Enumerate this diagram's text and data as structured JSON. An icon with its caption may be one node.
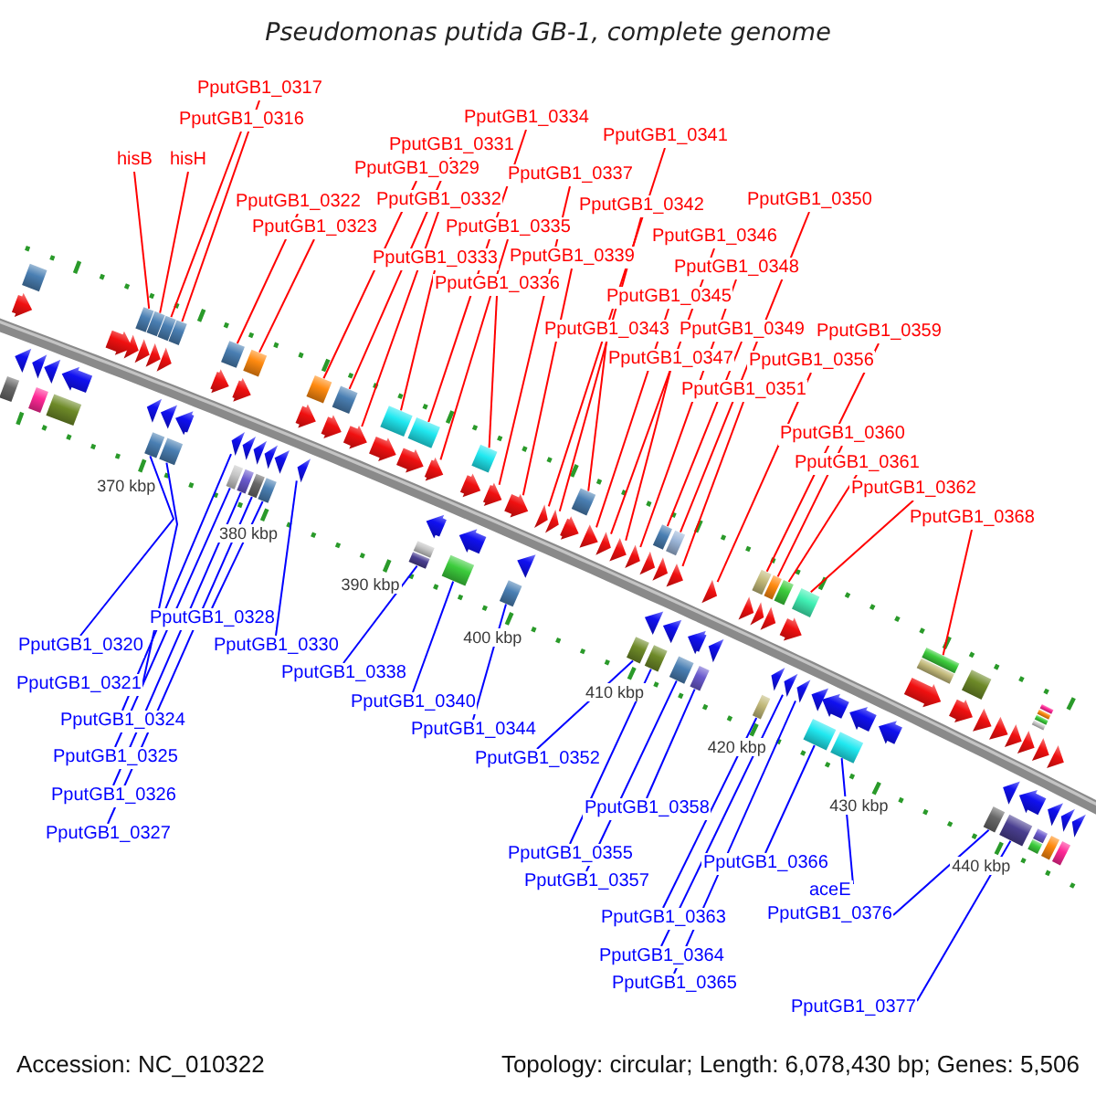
{
  "diagram": {
    "title": "Pseudomonas putida GB-1, complete genome",
    "nodes": [
      {
        "text": [
          "PputGB1_0317"
        ]
      },
      {
        "text": [
          "PputGB1_0316"
        ]
      },
      {
        "text": [
          "PputGB1_0334"
        ]
      },
      {
        "text": [
          "PputGB1_0341"
        ]
      },
      {
        "text": [
          "PputGB1_0331"
        ]
      },
      {
        "text": [
          "hisB"
        ]
      },
      {
        "text": [
          "hisH"
        ]
      },
      {
        "text": [
          "PputGB1_0329"
        ]
      },
      {
        "text": [
          "PputGB1_0337"
        ]
      },
      {
        "text": [
          "PputGB1_0322"
        ]
      },
      {
        "text": [
          "PputGB1_0332"
        ]
      },
      {
        "text": [
          "PputGB1_0342"
        ]
      },
      {
        "text": [
          "PputGB1_0350"
        ]
      },
      {
        "text": [
          "PputGB1_0323"
        ]
      },
      {
        "text": [
          "PputGB1_0335"
        ]
      },
      {
        "text": [
          "PputGB1_0346"
        ]
      },
      {
        "text": [
          "PputGB1_0333"
        ]
      },
      {
        "text": [
          "PputGB1_0339"
        ]
      },
      {
        "text": [
          "PputGB1_0348"
        ]
      },
      {
        "text": [
          "PputGB1_0336"
        ]
      },
      {
        "text": [
          "PputGB1_0345"
        ]
      },
      {
        "text": [
          "PputGB1_0343"
        ]
      },
      {
        "text": [
          "PputGB1_0349"
        ]
      },
      {
        "text": [
          "PputGB1_0359"
        ]
      },
      {
        "text": [
          "PputGB1_0347"
        ]
      },
      {
        "text": [
          "PputGB1_0356"
        ]
      },
      {
        "text": [
          "PputGB1_0351"
        ]
      },
      {
        "text": [
          "PputGB1_0360"
        ]
      },
      {
        "text": [
          "PputGB1_0361"
        ]
      },
      {
        "text": [
          "PputGB1_0362"
        ]
      },
      {
        "text": [
          "PputGB1_0368"
        ]
      },
      {
        "text": [
          "PputGB1_0328"
        ]
      },
      {
        "text": [
          "PputGB1_0320"
        ]
      },
      {
        "text": [
          "PputGB1_0330"
        ]
      },
      {
        "text": [
          "PputGB1_0338"
        ]
      },
      {
        "text": [
          "PputGB1_0321"
        ]
      },
      {
        "text": [
          "PputGB1_0340"
        ]
      },
      {
        "text": [
          "PputGB1_0324"
        ]
      },
      {
        "text": [
          "PputGB1_0344"
        ]
      },
      {
        "text": [
          "PputGB1_0325"
        ]
      },
      {
        "text": [
          "PputGB1_0352"
        ]
      },
      {
        "text": [
          "PputGB1_0326"
        ]
      },
      {
        "text": [
          "PputGB1_0358"
        ]
      },
      {
        "text": [
          "PputGB1_0327"
        ]
      },
      {
        "text": [
          "PputGB1_0355"
        ]
      },
      {
        "text": [
          "PputGB1_0366"
        ]
      },
      {
        "text": [
          "PputGB1_0357"
        ]
      },
      {
        "text": [
          "aceE"
        ]
      },
      {
        "text": [
          "PputGB1_0363"
        ]
      },
      {
        "text": [
          "PputGB1_0376"
        ]
      },
      {
        "text": [
          "PputGB1_0364"
        ]
      },
      {
        "text": [
          "PputGB1_0365"
        ]
      },
      {
        "text": [
          "PputGB1_0377"
        ]
      },
      {
        "text": [],
        "shape": "box"
      },
      {
        "text": [],
        "shape": "arrow"
      },
      {
        "text": [],
        "shape": "arrow"
      },
      {
        "text": [],
        "shape": "box"
      },
      {
        "text": [],
        "shape": "arrow"
      },
      {
        "text": [],
        "shape": "box"
      },
      {
        "text": [],
        "shape": "arrow"
      },
      {
        "text": [],
        "shape": "box"
      },
      {
        "text": [],
        "shape": "arrow"
      },
      {
        "text": [],
        "shape": "arrow"
      },
      {
        "text": [],
        "shape": "arrow"
      },
      {
        "text": [],
        "shape": "arrow"
      },
      {
        "text": [],
        "shape": "box"
      },
      {
        "text": [],
        "shape": "arrow"
      },
      {
        "text": [],
        "shape": "arrow"
      },
      {
        "text": [],
        "shape": "box"
      },
      {
        "text": [],
        "shape": "box"
      },
      {
        "text": [],
        "shape": "arrow"
      },
      {
        "text": [],
        "shape": "arrow"
      },
      {
        "text": [],
        "shape": "box"
      },
      {
        "text": [],
        "shape": "box"
      },
      {
        "text": [],
        "shape": "box"
      },
      {
        "text": [],
        "shape": "arrow"
      },
      {
        "text": [],
        "shape": "arrow"
      },
      {
        "text": [],
        "shape": "box"
      },
      {
        "text": [],
        "shape": "arrow"
      },
      {
        "text": [],
        "shape": "box"
      },
      {
        "text": [],
        "shape": "arrow"
      },
      {
        "text": [],
        "shape": "arrow"
      },
      {
        "text": [],
        "shape": "box"
      },
      {
        "text": [],
        "shape": "box"
      },
      {
        "text": [],
        "shape": "arrow"
      },
      {
        "text": [],
        "shape": "box"
      },
      {
        "text": [],
        "shape": "arrow"
      },
      {
        "text": [],
        "shape": "box"
      },
      {
        "text": [],
        "shape": "arrow"
      },
      {
        "text": [],
        "shape": "arrow"
      },
      {
        "text": [],
        "shape": "arrow"
      },
      {
        "text": [],
        "shape": "box"
      },
      {
        "text": [],
        "shape": "arrow"
      },
      {
        "text": [],
        "shape": "box"
      },
      {
        "text": [],
        "shape": "arrow"
      },
      {
        "text": [],
        "shape": "arrow"
      },
      {
        "text": [],
        "shape": "box"
      },
      {
        "text": [],
        "shape": "arrow"
      },
      {
        "text": [],
        "shape": "box"
      },
      {
        "text": [],
        "shape": "box"
      },
      {
        "text": [],
        "shape": "box"
      },
      {
        "text": [],
        "shape": "arrow"
      },
      {
        "text": [],
        "shape": "arrow"
      },
      {
        "text": [],
        "shape": "box"
      },
      {
        "text": [],
        "shape": "arrow"
      },
      {
        "text": [],
        "shape": "arrow"
      },
      {
        "text": [],
        "shape": "box"
      },
      {
        "text": [],
        "shape": "arrow"
      },
      {
        "text": [],
        "shape": "box"
      },
      {
        "text": [],
        "shape": "arrow"
      },
      {
        "text": [],
        "shape": "arrow"
      },
      {
        "text": [],
        "shape": "arrow"
      },
      {
        "text": [],
        "shape": "arrow"
      },
      {
        "text": [],
        "shape": "arrow"
      },
      {
        "text": [],
        "shape": "box"
      },
      {
        "text": [],
        "shape": "arrow"
      },
      {
        "text": [],
        "shape": "arrow"
      },
      {
        "text": [],
        "shape": "arrow"
      },
      {
        "text": [],
        "shape": "arrow"
      },
      {
        "text": [],
        "shape": "box"
      },
      {
        "text": [],
        "shape": "arrow"
      },
      {
        "text": [],
        "shape": "arrow"
      },
      {
        "text": [],
        "shape": "box"
      },
      {
        "text": [],
        "shape": "box"
      },
      {
        "text": [],
        "shape": "arrow"
      },
      {
        "text": [],
        "shape": "arrow"
      },
      {
        "text": [],
        "shape": "box"
      },
      {
        "text": [],
        "shape": "arrow"
      },
      {
        "text": [],
        "shape": "box"
      },
      {
        "text": [],
        "shape": "arrow"
      },
      {
        "text": [],
        "shape": "box"
      },
      {
        "text": [],
        "shape": "arrow"
      },
      {
        "text": [],
        "shape": "arrow"
      },
      {
        "text": [],
        "shape": "arrow"
      },
      {
        "text": [],
        "shape": "arrow"
      },
      {
        "text": [],
        "shape": "box"
      },
      {
        "text": [],
        "shape": "box"
      },
      {
        "text": [],
        "shape": "arrow"
      },
      {
        "text": [],
        "shape": "box"
      },
      {
        "text": [],
        "shape": "arrow"
      },
      {
        "text": [],
        "shape": "box"
      },
      {
        "text": [],
        "shape": "arrow"
      },
      {
        "text": [],
        "shape": "arrow"
      },
      {
        "text": [],
        "shape": "arrow"
      },
      {
        "text": [],
        "shape": "box"
      },
      {
        "text": [],
        "shape": "arrow"
      },
      {
        "text": [],
        "shape": "box"
      },
      {
        "text": [],
        "shape": "arrow"
      },
      {
        "text": [],
        "shape": "box"
      },
      {
        "text": [],
        "shape": "arrow"
      },
      {
        "text": [],
        "shape": "arrow"
      },
      {
        "text": [],
        "shape": "arrow"
      },
      {
        "text": [],
        "shape": "box"
      },
      {
        "text": [],
        "shape": "box"
      },
      {
        "text": [],
        "shape": "arrow"
      },
      {
        "text": [],
        "shape": "box"
      },
      {
        "text": [],
        "shape": "arrow"
      },
      {
        "text": [],
        "shape": "box"
      },
      {
        "text": [],
        "shape": "arrow"
      },
      {
        "text": [],
        "shape": "arrow"
      },
      {
        "text": [],
        "shape": "arrow"
      },
      {
        "text": [],
        "shape": "box"
      },
      {
        "text": [],
        "shape": "arrow"
      },
      {
        "text": [],
        "shape": "arrow"
      },
      {
        "text": [],
        "shape": "box"
      },
      {
        "text": [],
        "shape": "box"
      },
      {
        "text": [],
        "shape": "box"
      },
      {
        "text": [],
        "shape": "box"
      },
      {
        "text": [],
        "shape": "arrow"
      },
      {
        "text": [],
        "shape": "box"
      },
      {
        "text": [],
        "shape": "box"
      },
      {
        "text": [],
        "shape": "arrow"
      },
      {
        "text": [],
        "shape": "box"
      },
      {
        "text": [],
        "shape": "arrow"
      },
      {
        "text": [],
        "shape": "box"
      },
      {
        "text": [],
        "shape": "arrow"
      },
      {
        "text": [],
        "shape": "arrow"
      }
    ],
    "edges": [
      {
        "from": 0,
        "to": 74,
        "arrow": "none"
      },
      {
        "from": 1,
        "to": 72,
        "arrow": "none"
      },
      {
        "from": 2,
        "to": 99,
        "arrow": "none"
      },
      {
        "from": 3,
        "to": 111,
        "arrow": "none"
      },
      {
        "from": 4,
        "to": 93,
        "arrow": "none"
      },
      {
        "from": 5,
        "to": 65,
        "arrow": "none"
      },
      {
        "from": 6,
        "to": 68,
        "arrow": "none"
      },
      {
        "from": 7,
        "to": 91,
        "arrow": "none"
      },
      {
        "from": 8,
        "to": 107,
        "arrow": "none"
      },
      {
        "from": 9,
        "to": 77,
        "arrow": "none"
      },
      {
        "from": 10,
        "to": 94,
        "arrow": "none"
      },
      {
        "from": 11,
        "to": 112,
        "arrow": "none"
      },
      {
        "from": 12,
        "to": 126,
        "arrow": "none"
      },
      {
        "from": 13,
        "to": 83,
        "arrow": "none"
      },
      {
        "from": 14,
        "to": 102,
        "arrow": "none"
      },
      {
        "from": 15,
        "to": 116,
        "arrow": "none"
      },
      {
        "from": 16,
        "to": 96,
        "arrow": "none"
      },
      {
        "from": 17,
        "to": 109,
        "arrow": "none"
      },
      {
        "from": 18,
        "to": 118,
        "arrow": "none"
      },
      {
        "from": 19,
        "to": 106,
        "arrow": "none"
      },
      {
        "from": 20,
        "to": 115,
        "arrow": "none"
      },
      {
        "from": 21,
        "to": 114,
        "arrow": "none"
      },
      {
        "from": 22,
        "to": 123,
        "arrow": "none"
      },
      {
        "from": 23,
        "to": 135,
        "arrow": "none"
      },
      {
        "from": 24,
        "to": 117,
        "arrow": "none"
      },
      {
        "from": 25,
        "to": 131,
        "arrow": "none"
      },
      {
        "from": 26,
        "to": 127,
        "arrow": "none"
      },
      {
        "from": 27,
        "to": 138,
        "arrow": "none"
      },
      {
        "from": 28,
        "to": 140,
        "arrow": "none"
      },
      {
        "from": 29,
        "to": 144,
        "arrow": "none"
      },
      {
        "from": 30,
        "to": 153,
        "arrow": "none"
      },
      {
        "from": 31,
        "to": 87,
        "arrow": "none",
        "color": "#0000ff"
      },
      {
        "from": 32,
        "to": 69,
        "arrow": "none",
        "color": "#0000ff"
      },
      {
        "from": 33,
        "to": 89,
        "arrow": "none",
        "color": "#0000ff"
      },
      {
        "from": 34,
        "to": 98,
        "arrow": "none",
        "color": "#0000ff"
      },
      {
        "from": 35,
        "to": 73,
        "arrow": "none",
        "color": "#0000ff"
      },
      {
        "from": 36,
        "to": 103,
        "arrow": "none",
        "color": "#0000ff"
      },
      {
        "from": 37,
        "to": 78,
        "arrow": "none",
        "color": "#0000ff"
      },
      {
        "from": 38,
        "to": 108,
        "arrow": "none",
        "color": "#0000ff"
      },
      {
        "from": 39,
        "to": 79,
        "arrow": "none",
        "color": "#0000ff"
      },
      {
        "from": 40,
        "to": 119,
        "arrow": "none",
        "color": "#0000ff"
      },
      {
        "from": 41,
        "to": 82,
        "arrow": "none",
        "color": "#0000ff"
      },
      {
        "from": 42,
        "to": 130,
        "arrow": "none",
        "color": "#0000ff"
      },
      {
        "from": 43,
        "to": 85,
        "arrow": "none",
        "color": "#0000ff"
      },
      {
        "from": 44,
        "to": 122,
        "arrow": "none",
        "color": "#0000ff"
      },
      {
        "from": 45,
        "to": 146,
        "arrow": "none",
        "color": "#0000ff"
      },
      {
        "from": 46,
        "to": 128,
        "arrow": "none",
        "color": "#0000ff"
      },
      {
        "from": 47,
        "to": 148,
        "arrow": "none",
        "color": "#0000ff"
      },
      {
        "from": 48,
        "to": 136,
        "arrow": "none",
        "color": "#0000ff"
      },
      {
        "from": 49,
        "to": 157,
        "arrow": "none",
        "color": "#0000ff"
      },
      {
        "from": 50,
        "to": 141,
        "arrow": "none",
        "color": "#0000ff"
      },
      {
        "from": 51,
        "to": 143,
        "arrow": "none",
        "color": "#0000ff"
      },
      {
        "from": 52,
        "to": 161,
        "arrow": "none",
        "color": "#0000ff"
      }
    ],
    "labels": [
      "370 kbp",
      "380 kbp",
      "390 kbp",
      "400 kbp",
      "410 kbp",
      "420 kbp",
      "430 kbp",
      "440 kbp",
      "Accession: NC_010322",
      "Topology: circular; Length: 6,078,430 bp; Genes: 5,506"
    ]
  }
}
